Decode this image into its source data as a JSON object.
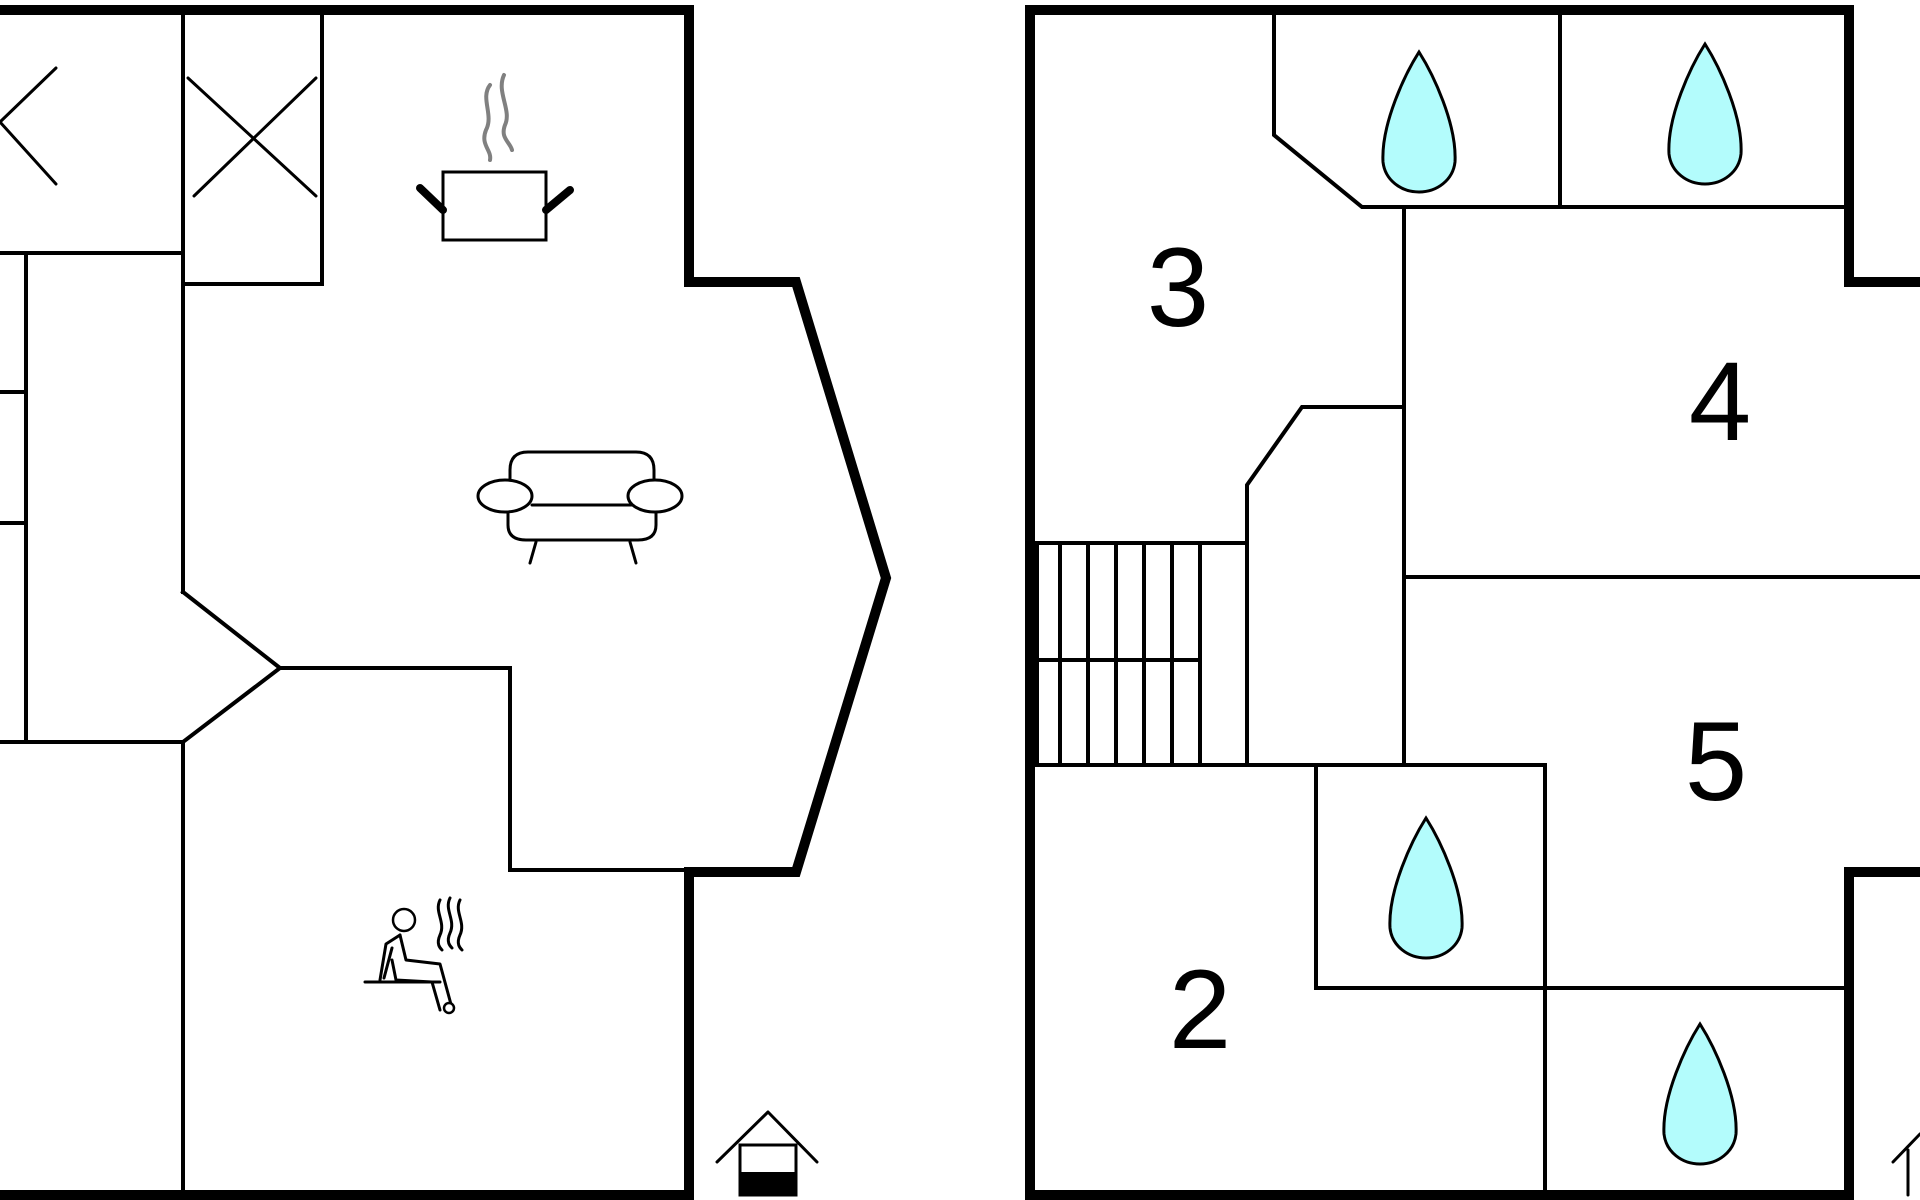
{
  "floor_plan": {
    "room_numbers": {
      "room_2": "2",
      "room_3": "3",
      "room_4": "4",
      "room_5": "5"
    },
    "icons": {
      "kitchen": "cooking-pot-icon",
      "living_room": "sofa-icon",
      "sauna": "sauna-icon",
      "bathrooms": "water-drop-icon",
      "entrance": "house-entrance-icon",
      "closet": "cross-icon"
    },
    "colors": {
      "walls": "#000000",
      "water_drop": "#b3fcfc",
      "steam": "#808080",
      "background": "#ffffff"
    }
  }
}
